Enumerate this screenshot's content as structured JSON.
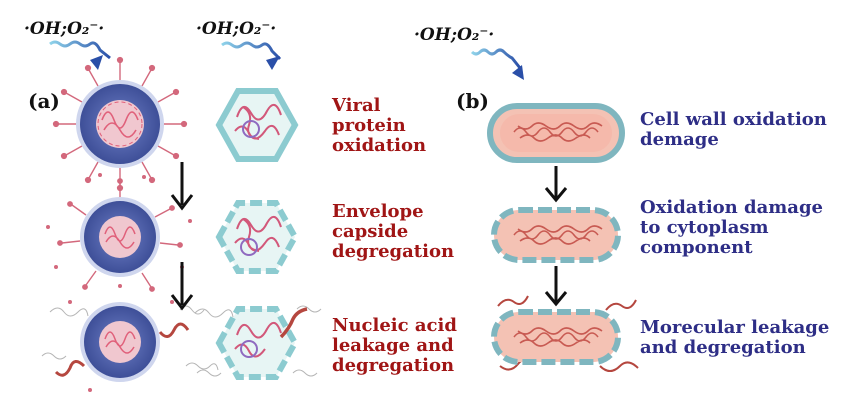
{
  "radical_label": "·OH;O₂⁻·",
  "panel_a": "(a)",
  "panel_b": "(b)",
  "virus_steps": [
    "Viral\nprotein\noxidation",
    "Envelope\ncapside\ndegregation",
    "Nucleic acid\nleakage and\ndegregation"
  ],
  "bacteria_steps": [
    "Cell wall oxidation\ndemage",
    "Oxidation damage\nto cytoplasm\ncomponent",
    "Morecular leakage\nand degregation"
  ],
  "colors": {
    "virus_text": "#a01515",
    "bacteria_text": "#2e2e86",
    "arrow_blue": "#2a4fa8",
    "arrow_cyan": "#58b9d6",
    "capsid": "#9fd3d7",
    "membrane": "#f1b8a8",
    "virus_body": "#4b5fa8"
  },
  "icons": [
    "wavy-arrow-icon",
    "down-arrow-icon",
    "virus-icon",
    "capsid-icon",
    "bacterium-icon"
  ]
}
